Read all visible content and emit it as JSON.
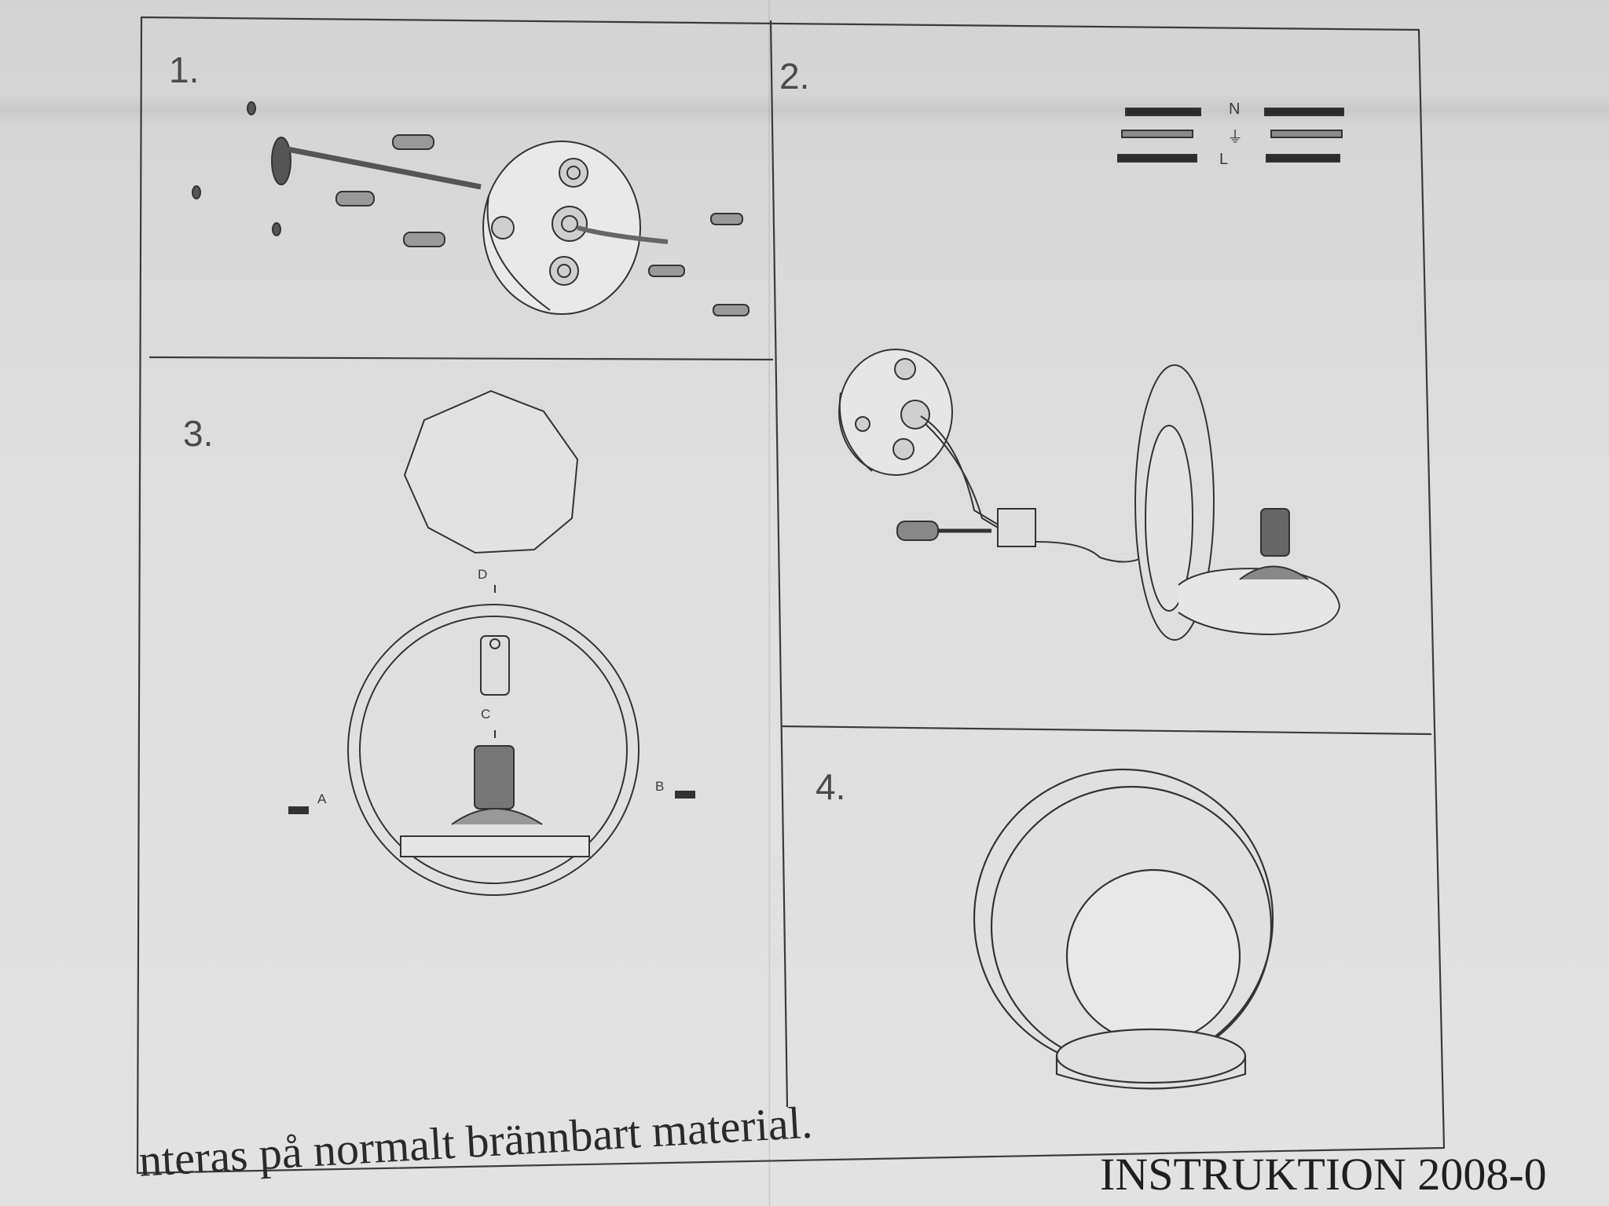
{
  "steps": {
    "step1": "1.",
    "step2": "2.",
    "step3": "3.",
    "step4": "4."
  },
  "wiring_labels": {
    "neutral": "N",
    "earth": "⏚",
    "live": "L"
  },
  "part_letters": {
    "a": "A",
    "b": "B",
    "c": "C",
    "d": "D"
  },
  "footer": {
    "note": "nteras på normalt brännbart material.",
    "doc_code": "INSTRUKTION 2008-0"
  }
}
